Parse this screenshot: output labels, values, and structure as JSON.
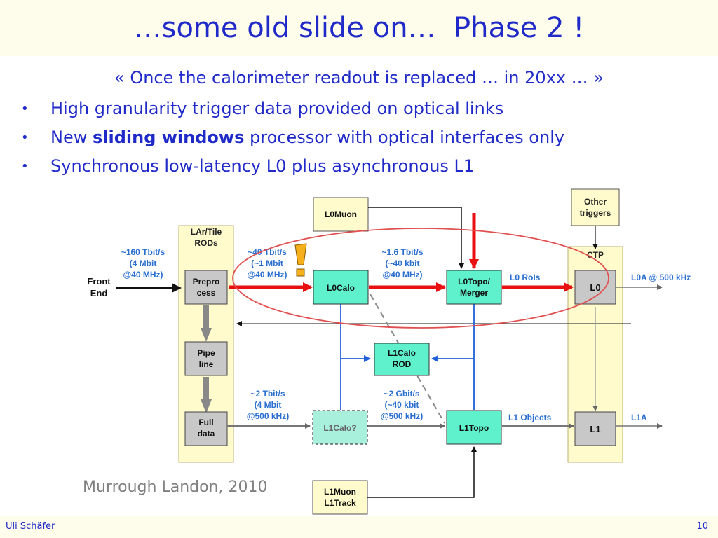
{
  "slide": {
    "title": "…some old slide on…  Phase 2 !",
    "quote": "« Once the calorimeter readout is replaced … in 20xx … »",
    "bullets": [
      {
        "text": "High granularity trigger data provided on optical links"
      },
      {
        "pre": "New ",
        "bold": "sliding windows",
        "post": " processor with optical interfaces only"
      },
      {
        "text": "Synchronous low-latency L0 plus asynchronous L1"
      }
    ],
    "bullet_glyph": "•",
    "credit": "Murrough Landon, 2010",
    "footer": {
      "author": "Uli Schäfer",
      "page": "10"
    }
  },
  "diagram": {
    "front_end": [
      "Front",
      "End"
    ],
    "lar_tile": [
      "LAr/Tile",
      "RODs"
    ],
    "ctp": "CTP",
    "other_triggers": [
      "Other",
      "triggers"
    ],
    "boxes": {
      "preprocess": [
        "Prepro",
        "cess"
      ],
      "pipeline": [
        "Pipe",
        "line"
      ],
      "fulldata": [
        "Full",
        "data"
      ],
      "l0muon": "L0Muon",
      "l0calo": "L0Calo",
      "l0topo": [
        "L0Topo/",
        "Merger"
      ],
      "l1caloROD": [
        "L1Calo",
        "ROD"
      ],
      "l1caloQ": "L1Calo?",
      "l1topo": "L1Topo",
      "l1muon": [
        "L1Muon",
        "L1Track"
      ],
      "l0": "L0",
      "l1": "L1"
    },
    "labels": {
      "rate160": [
        "~160 Tbit/s",
        "(4 Mbit",
        "@40 MHz)"
      ],
      "rate40": [
        "~40 Tbit/s",
        "(~1 Mbit",
        "@40 MHz)"
      ],
      "rate16": [
        "~1.6 Tbit/s",
        "(~40 kbit",
        "@40 MHz)"
      ],
      "rate2T": [
        "~2 Tbit/s",
        "(4 Mbit",
        "@500 kHz)"
      ],
      "rate2G": [
        "~2 Gbit/s",
        "(~40 kbit",
        "@500 kHz)"
      ],
      "l0rois": "L0 RoIs",
      "l1objects": "L1 Objects",
      "l0a": "L0A @ 500 kHz",
      "l1a": "L1A"
    },
    "colors": {
      "box_grey": "#c8c8c8",
      "box_cyan": "#5ff0cc",
      "box_yellow": "#fffbcc",
      "label_blue": "#2a6fd0",
      "red": "#e81010",
      "ellipse": "#e05050",
      "blue_line": "#2060d8"
    }
  }
}
